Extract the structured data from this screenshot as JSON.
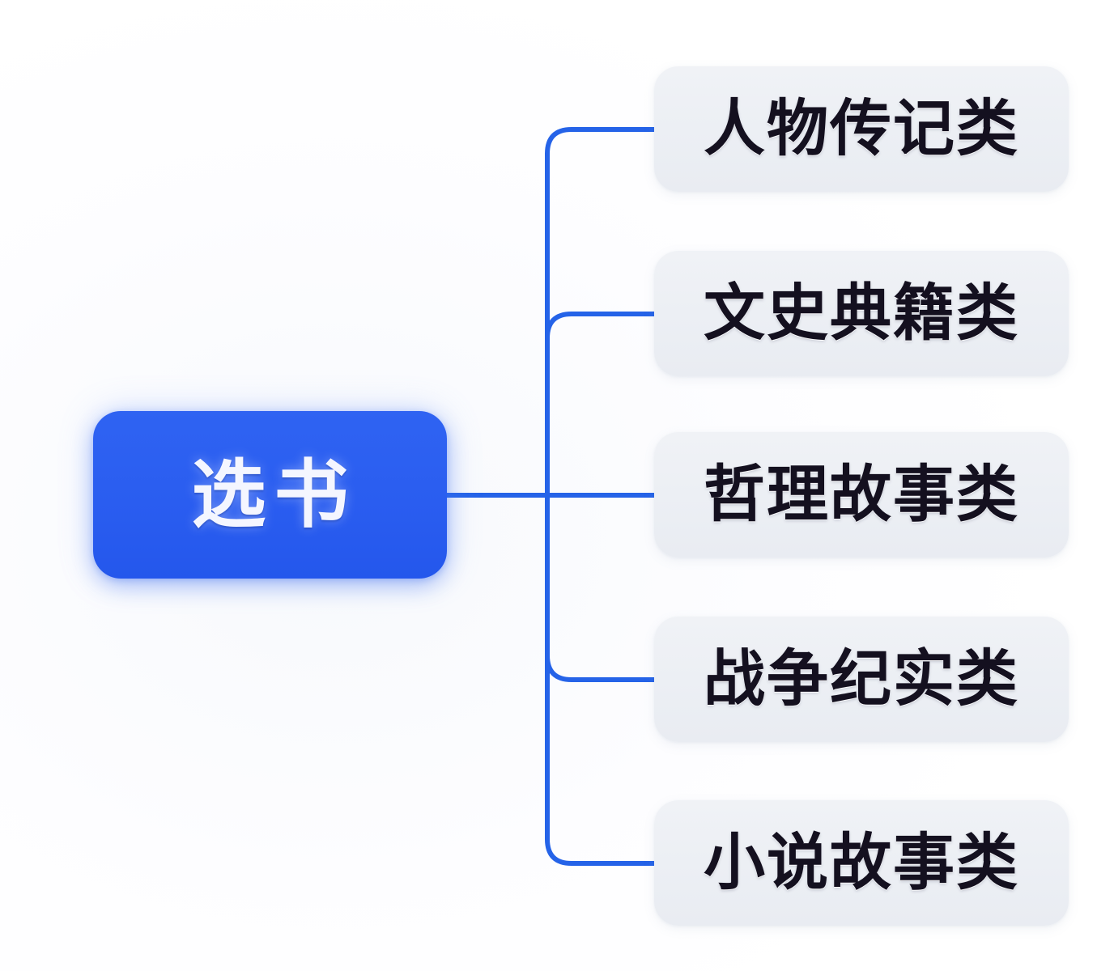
{
  "diagram": {
    "type": "mind-map",
    "title": "选书",
    "orientation": "left-root-right-branches",
    "colors": {
      "root_fill": "#2b60f0",
      "root_text": "#f4f6ff",
      "child_fill": "#eceff4",
      "child_text": "#14101f",
      "connector": "#2563e8",
      "background": "#fdfdff"
    }
  },
  "root": {
    "label": "选书"
  },
  "branches": [
    {
      "label": "人物传记类"
    },
    {
      "label": "文史典籍类"
    },
    {
      "label": "哲理故事类"
    },
    {
      "label": "战争纪实类"
    },
    {
      "label": "小说故事类"
    }
  ]
}
